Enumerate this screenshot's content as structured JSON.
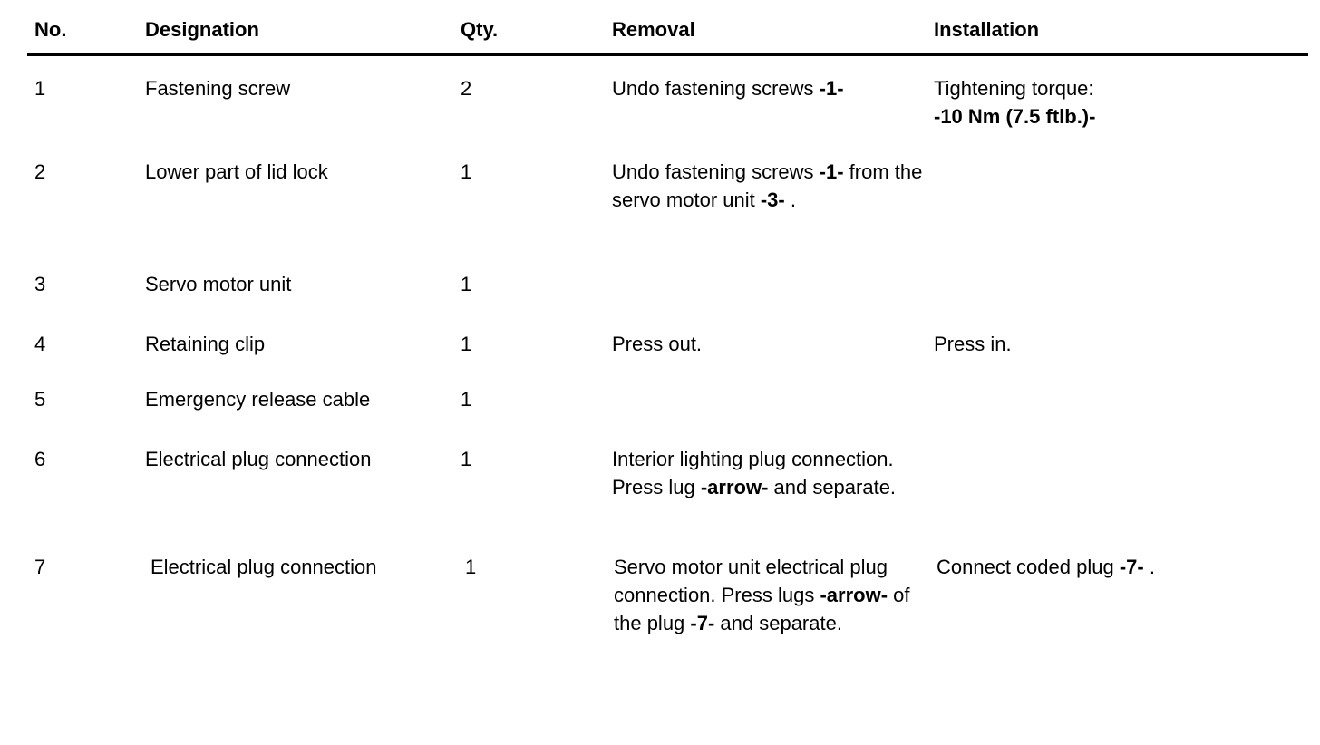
{
  "document": {
    "type": "parts-removal-installation-table"
  },
  "table": {
    "columns": [
      {
        "key": "no",
        "label": "No."
      },
      {
        "key": "designation",
        "label": "Designation"
      },
      {
        "key": "qty",
        "label": "Qty."
      },
      {
        "key": "removal",
        "label": "Removal"
      },
      {
        "key": "installation",
        "label": "Installation"
      }
    ],
    "header_rule_color": "#000000",
    "rows": [
      {
        "no": "1",
        "designation": "Fastening screw",
        "qty": "2",
        "removal_html": "Undo fastening screws <b>-1-</b>",
        "removal_text": "Undo fastening screws -1-",
        "installation_html": "Tightening torque:<br><b>-10 Nm (7.5 ftlb.)-</b>",
        "installation_text": "Tightening torque: -10 Nm (7.5 ftlb.)-"
      },
      {
        "no": "2",
        "designation": "Lower part of lid lock",
        "qty": "1",
        "removal_html": "Undo fastening screws <b>-1-</b> from the servo motor unit <b>-3-</b> .",
        "removal_text": "Undo fastening screws -1- from the servo motor unit -3- .",
        "installation_html": "",
        "installation_text": ""
      },
      {
        "no": "3",
        "designation": "Servo motor unit",
        "qty": "1",
        "removal_html": "",
        "removal_text": "",
        "installation_html": "",
        "installation_text": ""
      },
      {
        "no": "4",
        "designation": "Retaining clip",
        "qty": "1",
        "removal_html": "Press out.",
        "removal_text": "Press out.",
        "installation_html": "Press in.",
        "installation_text": "Press in."
      },
      {
        "no": "5",
        "designation": "Emergency release cable",
        "qty": "1",
        "removal_html": "",
        "removal_text": "",
        "installation_html": "",
        "installation_text": ""
      },
      {
        "no": "6",
        "designation": "Electrical plug connection",
        "qty": "1",
        "removal_html": "Interior lighting plug connection. Press lug <b>-arrow-</b> and separate.",
        "removal_text": "Interior lighting plug connection. Press lug -arrow- and separate.",
        "installation_html": "",
        "installation_text": ""
      },
      {
        "no": "7",
        "designation": "Electrical plug connection",
        "qty": "1",
        "removal_html": "Servo motor unit electrical plug connection. Press lugs <b>-arrow-</b> of the plug <b>-7-</b> and separate.",
        "removal_text": "Servo motor unit electrical plug connection. Press lugs -arrow- of the plug -7- and separate.",
        "installation_html": "Connect coded plug <b>-7-</b> .",
        "installation_text": "Connect coded plug -7- ."
      }
    ]
  }
}
